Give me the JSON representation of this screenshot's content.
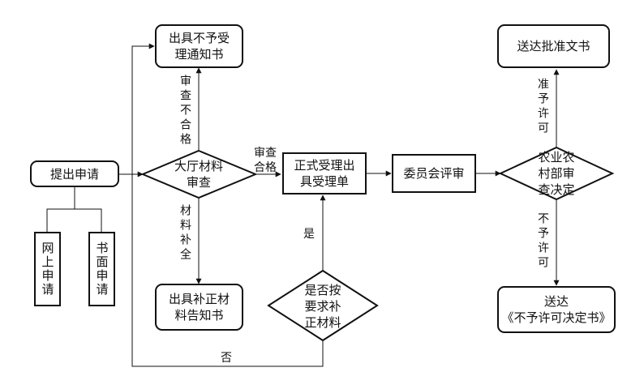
{
  "nodes": {
    "apply": "提出申请",
    "online": "网上申请",
    "paper": "书面申请",
    "hall_review": "大厅材料\n审查",
    "reject_notice": "出具不予受\n理通知书",
    "supplement_notice": "出具补正材\n料告知书",
    "formal_accept": "正式受理出\n具受理单",
    "committee": "委员会评审",
    "ministry_decision": "农业农\n村部审\n查决定",
    "approval_doc": "送达批准文书",
    "deny_doc": "送达\n《不予许可决定书》",
    "check_supplement": "是否按\n要求补\n正材料"
  },
  "edges": {
    "unqualified": "审查不合格",
    "qualified": "审查\n合格",
    "supplement": "材料补全",
    "approve": "准予许可",
    "deny": "不予许可",
    "yes": "是",
    "no": "否"
  },
  "colors": {
    "stroke": "#111111",
    "fill": "#ffffff"
  }
}
